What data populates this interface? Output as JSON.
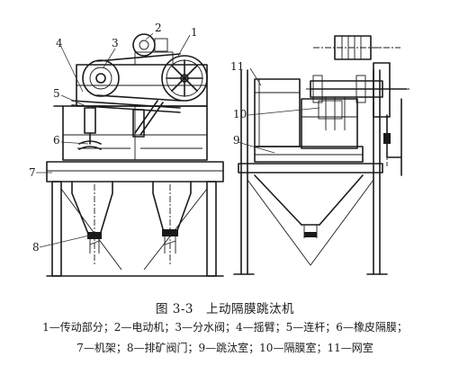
{
  "figure": {
    "number": "图 3-3",
    "title": "上动隔膜跳汰机",
    "legend_line1": "1—传动部分；2—电动机；3—分水阀；4—摇臂；5—连杆；6—橡皮隔膜；",
    "legend_line2": "7—机架；8—排矿阀门；9—跳汰室；10—隔膜室；11—网室"
  },
  "callouts": {
    "c1": "1",
    "c2": "2",
    "c3": "3",
    "c4": "4",
    "c5": "5",
    "c6": "6",
    "c7": "7",
    "c8": "8",
    "c9": "9",
    "c10": "10",
    "c11": "11"
  }
}
